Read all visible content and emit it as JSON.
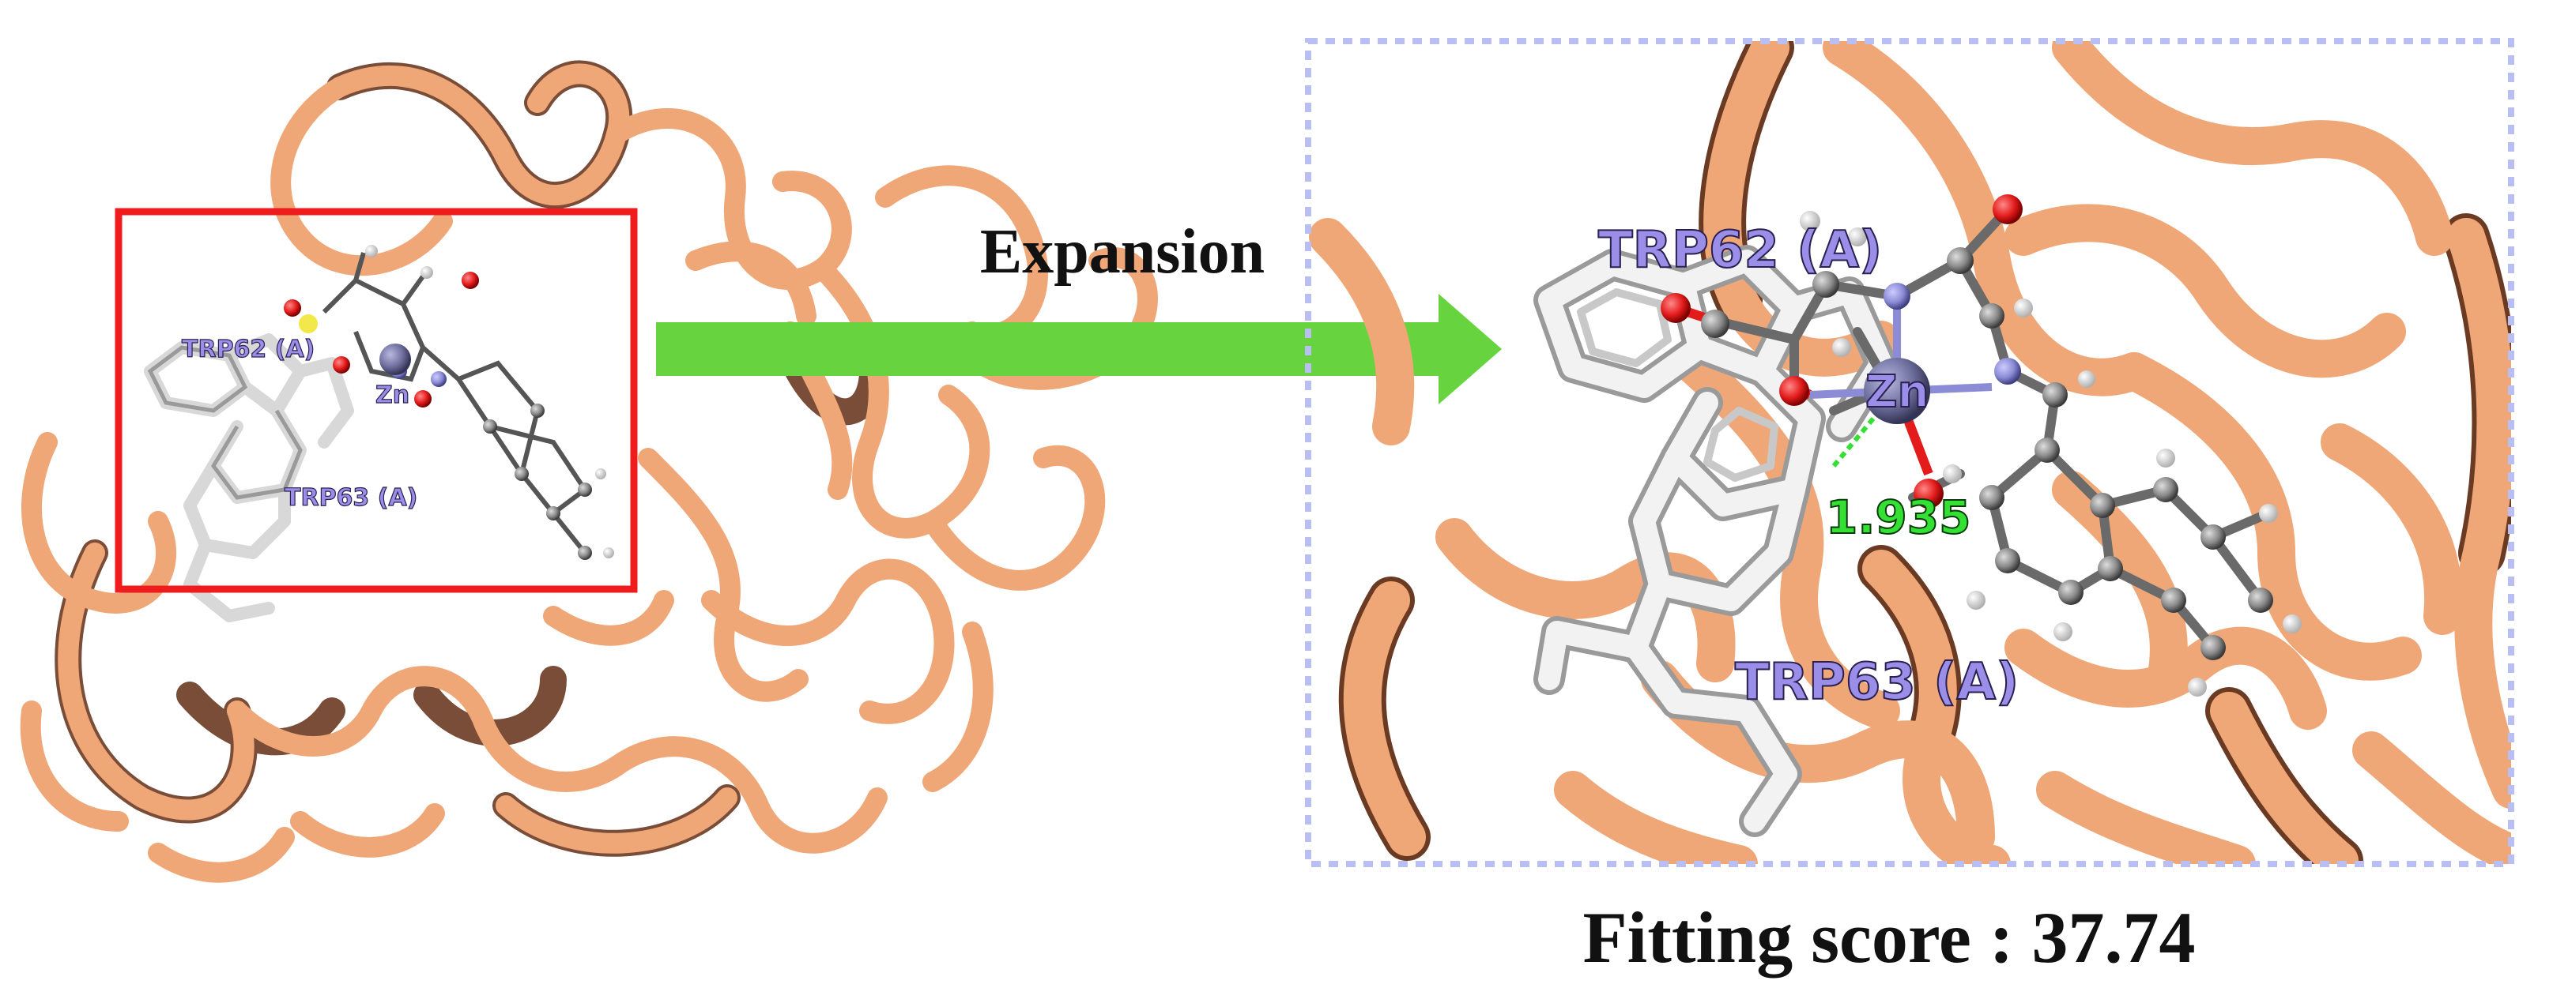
{
  "left_panel": {
    "labels": {
      "res1": "TRP62 (A)",
      "res2": "TRP63 (A)",
      "metal": "Zn"
    }
  },
  "arrow": {
    "label": "Expansion",
    "color": "#66d33f"
  },
  "right_panel": {
    "labels": {
      "res1": "TRP62 (A)",
      "res2": "TRP63 (A)",
      "metal": "Zn",
      "distance": "1.935"
    }
  },
  "score": {
    "text": "Fitting score : 37.74"
  },
  "colors": {
    "ribbon": "#efa777",
    "ribbon_dark": "#6b3a22",
    "residue_label": "#9b8ee8",
    "selection_box": "#ee1c1c",
    "zoom_frame": "#b9bff2",
    "distance_label": "#33e033",
    "zinc": "#6f6f9e",
    "oxygen": "#e31b1b",
    "nitrogen": "#8b8bd6",
    "carbon": "#8a8a8a"
  }
}
